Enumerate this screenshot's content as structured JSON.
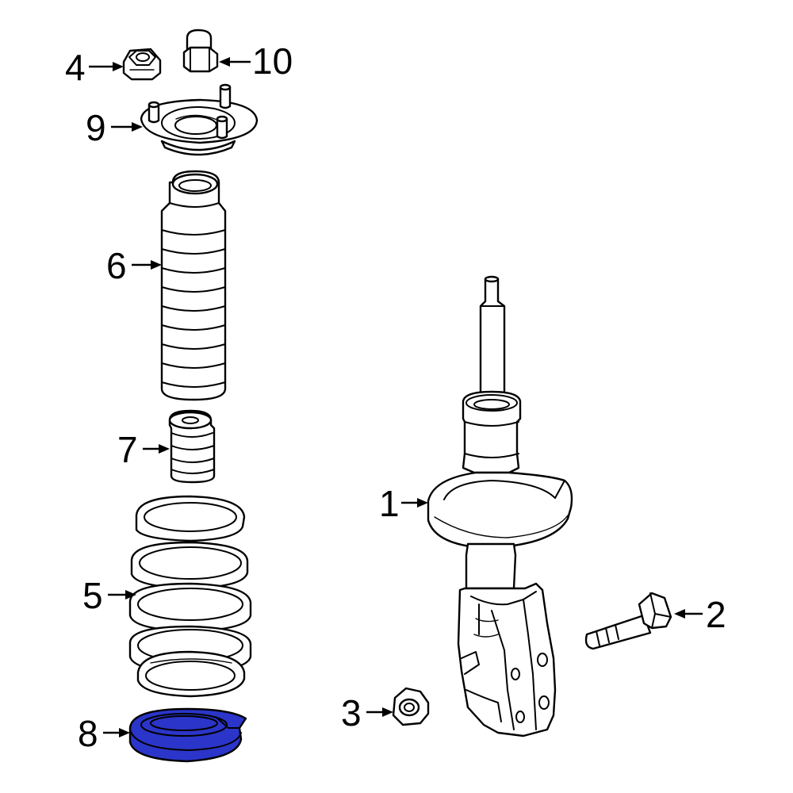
{
  "callouts": {
    "c1": "1",
    "c2": "2",
    "c3": "3",
    "c4": "4",
    "c5": "5",
    "c6": "6",
    "c7": "7",
    "c8": "8",
    "c9": "9",
    "c10": "10"
  },
  "colors": {
    "highlight_part": "#2b35c9",
    "outline": "#000000",
    "background": "#ffffff"
  },
  "highlighted_part": "8"
}
